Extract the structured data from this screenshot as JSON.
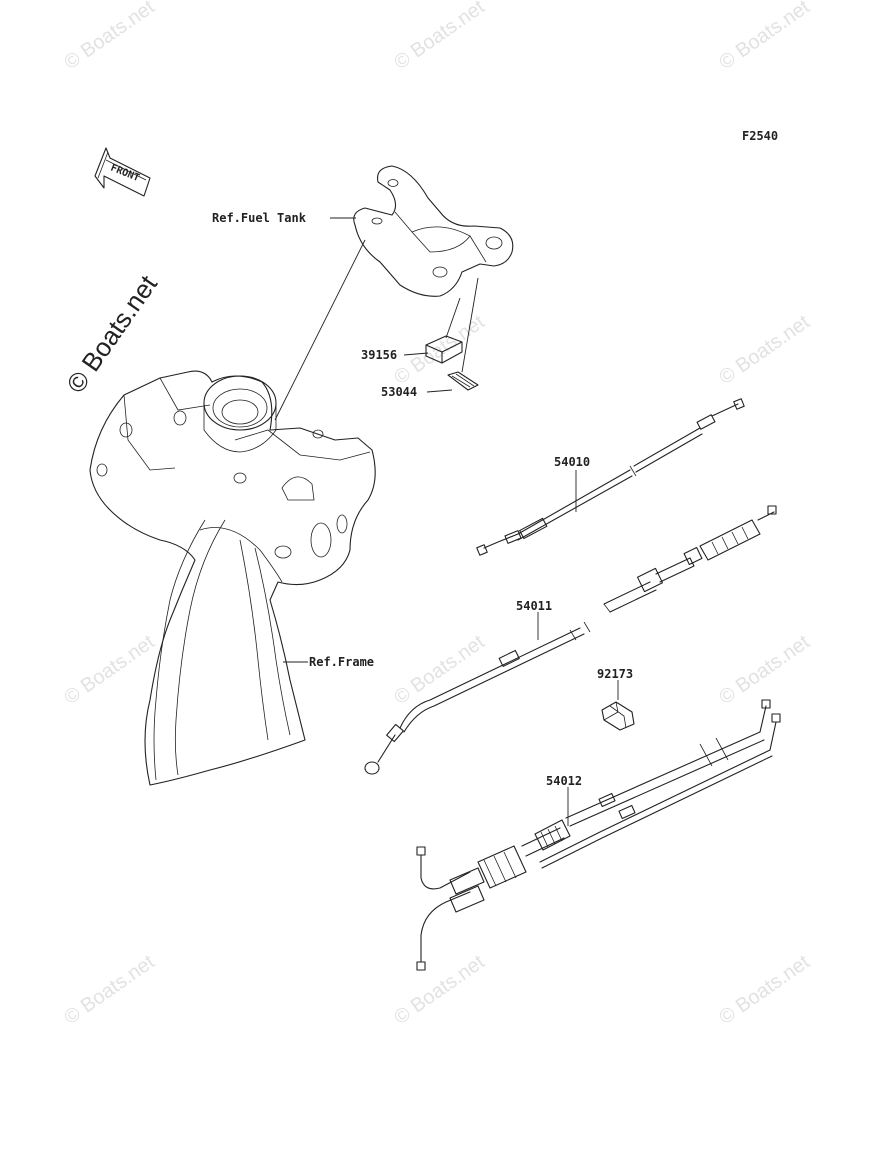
{
  "diagram_code": "F2540",
  "direction_label": "FRONT",
  "references": {
    "fuel_tank": "Ref.Fuel Tank",
    "frame": "Ref.Frame"
  },
  "parts": {
    "p39156": "39156",
    "p53044": "53044",
    "p54010": "54010",
    "p54011": "54011",
    "p92173": "92173",
    "p54012": "54012"
  },
  "watermark": {
    "text": "Boats.net",
    "symbol": "©"
  }
}
